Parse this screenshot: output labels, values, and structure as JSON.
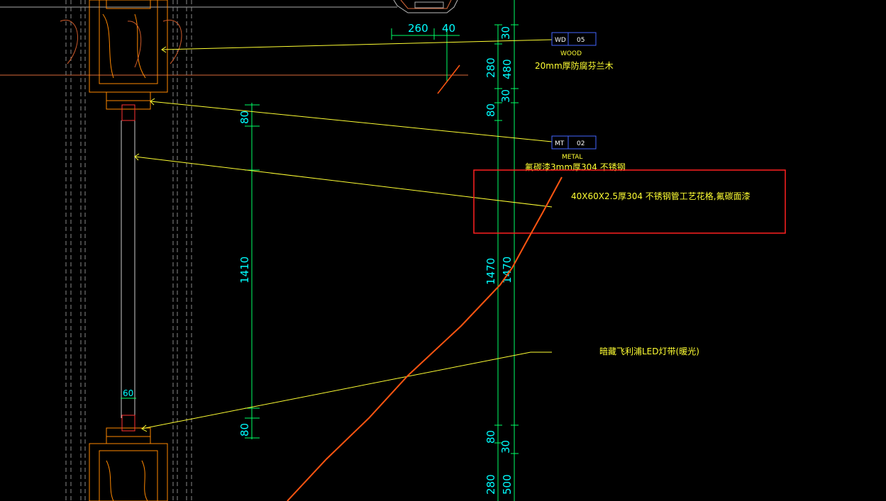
{
  "drawing": {
    "dimensions": {
      "top_260": "260",
      "top_40": "40",
      "right_30_top": "30",
      "right_280": "280",
      "right_480": "480",
      "right_30_mid": "30",
      "right_80_mid": "80",
      "right_1470_a": "1470",
      "right_1470_b": "1470",
      "right_80_low": "80",
      "right_30_low": "30",
      "right_280_bottom": "280",
      "right_500_bottom": "500",
      "left_80_top": "80",
      "left_1410": "1410",
      "left_80_bottom": "80",
      "width_60": "60"
    },
    "tags": {
      "wood": {
        "code": "WD",
        "number": "05",
        "material": "WOOD",
        "description": "20mm厚防腐芬兰木"
      },
      "metal": {
        "code": "MT",
        "number": "02",
        "material": "METAL",
        "description": "氟碳漆3mm厚304 不锈钢"
      }
    },
    "notes": {
      "pipe": "40X60X2.5厚304 不锈钢管工艺花格,氟碳面漆",
      "led": "暗藏飞利浦LED灯带(暖光)"
    },
    "colors": {
      "background": "#000000",
      "dimension": "#00ffff",
      "leader": "#ffff33",
      "wood_section": "#ff8800",
      "highlight_box": "#ff2020",
      "orange_line": "#ff5511"
    }
  }
}
